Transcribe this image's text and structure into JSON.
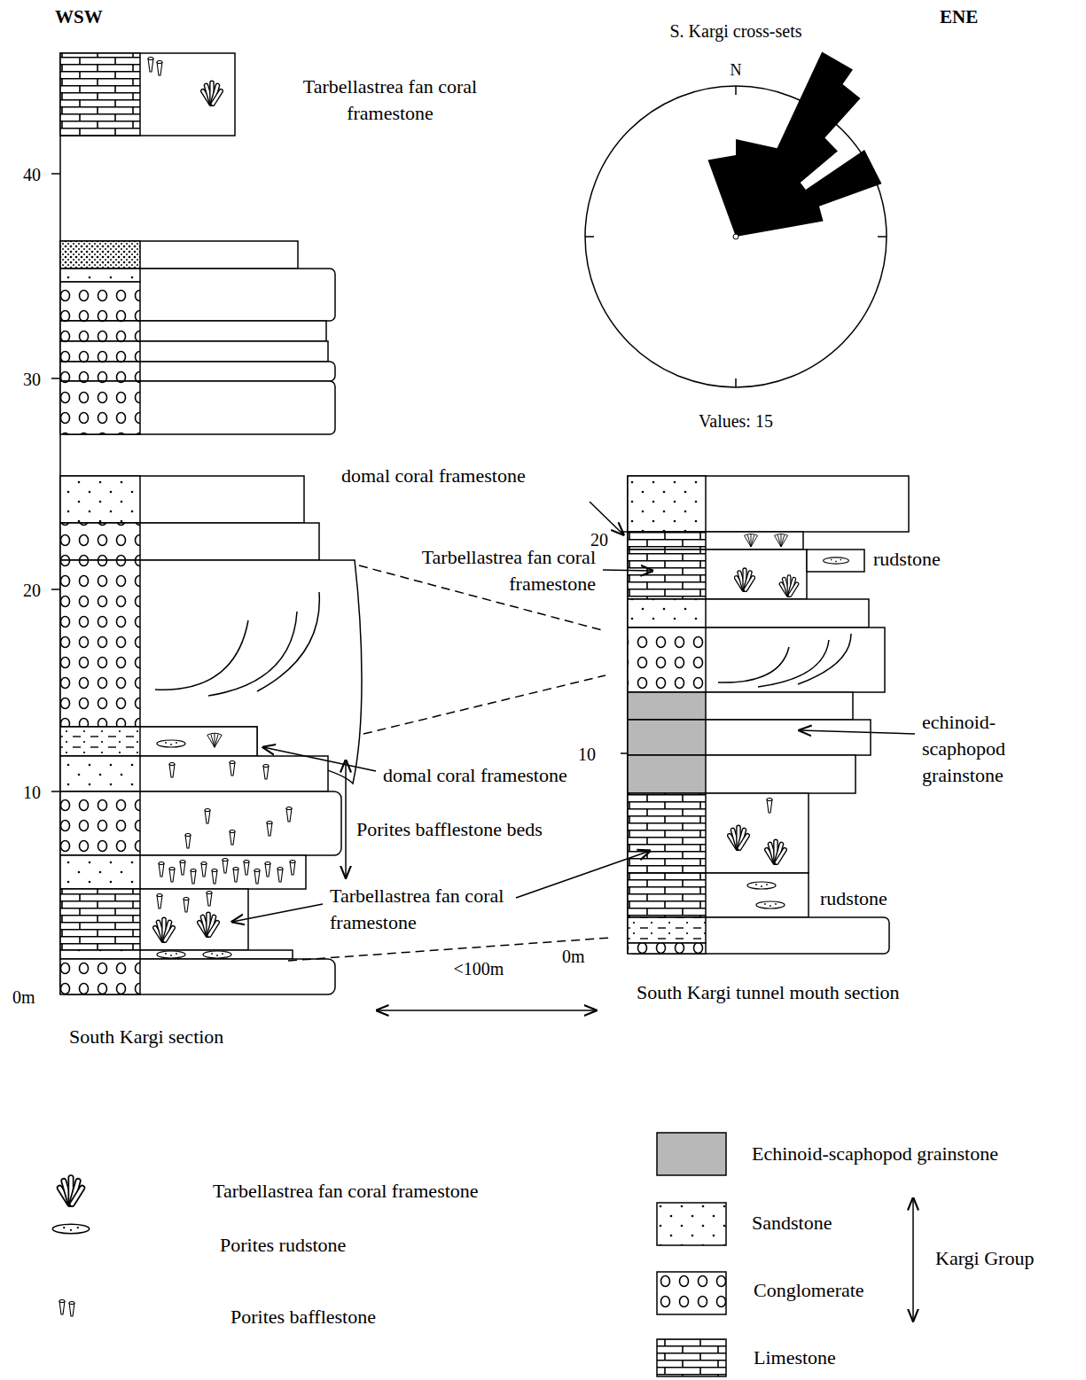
{
  "diagram": {
    "labels": [
      "WSW",
      "ENE",
      "S. Kargi cross-sets",
      "N",
      "Values: 15",
      "Tarbellastrea fan coral framestone",
      "40",
      "30",
      "20",
      "10",
      "0m",
      "domal coral framestone",
      "20",
      "Tarbellastrea fan coral framestone",
      "rudstone",
      "echinoid-scaphopod grainstone",
      "10",
      "domal coral framestone",
      "Porites bafflestone beds",
      "Tarbellastrea fan coral framestone",
      "rudstone",
      "0m",
      "<100m",
      "South Kargi section",
      "South Kargi tunnel mouth section",
      "Kargi Group"
    ],
    "legend": [
      {
        "text": "Tarbellastrea fan coral framestone"
      },
      {
        "text": "Porites rudstone"
      },
      {
        "text": "Porites bafflestone"
      },
      {
        "text": "Echinoid-scaphopod grainstone",
        "color": "#b8b8b8"
      },
      {
        "text": "Sandstone"
      },
      {
        "text": "Conglomerate"
      },
      {
        "text": "Limestone"
      }
    ]
  }
}
